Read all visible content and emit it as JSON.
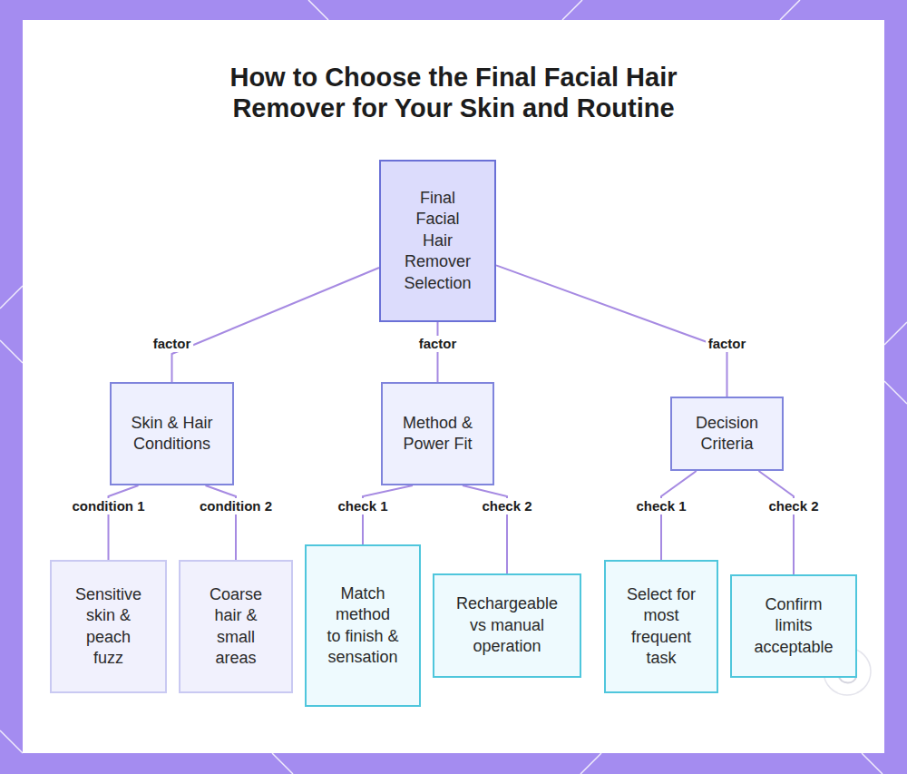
{
  "diagram": {
    "title": "How to Choose the Final Facial Hair Remover for Your Skin and Routine",
    "nodes": [
      {
        "text": [
          "Final Facial Hair Remover Selection"
        ]
      },
      {
        "text": [
          "Skin & Hair Conditions"
        ]
      },
      {
        "text": [
          "Method & Power Fit"
        ]
      },
      {
        "text": [
          "Decision Criteria"
        ]
      },
      {
        "text": [
          "Sensitive skin & peach fuzz"
        ]
      },
      {
        "text": [
          "Coarse hair & small areas"
        ]
      },
      {
        "text": [
          "Match method to finish & sensation"
        ]
      },
      {
        "text": [
          "Rechargeable vs manual operation"
        ]
      },
      {
        "text": [
          "Select for most frequent task"
        ]
      },
      {
        "text": [
          "Confirm limits acceptable"
        ]
      }
    ],
    "edges": [
      {
        "from": 0,
        "to": 1,
        "label": "factor",
        "arrow": "none"
      },
      {
        "from": 0,
        "to": 2,
        "label": "factor",
        "arrow": "none"
      },
      {
        "from": 0,
        "to": 3,
        "label": "factor",
        "arrow": "none"
      },
      {
        "from": 1,
        "to": 4,
        "label": "condition 1",
        "arrow": "none"
      },
      {
        "from": 1,
        "to": 5,
        "label": "condition 2",
        "arrow": "none"
      },
      {
        "from": 2,
        "to": 6,
        "label": "check 1",
        "arrow": "none"
      },
      {
        "from": 2,
        "to": 7,
        "label": "check 2",
        "arrow": "none"
      },
      {
        "from": 3,
        "to": 8,
        "label": "check 1",
        "arrow": "none"
      },
      {
        "from": 3,
        "to": 9,
        "label": "check 2",
        "arrow": "none"
      }
    ]
  }
}
